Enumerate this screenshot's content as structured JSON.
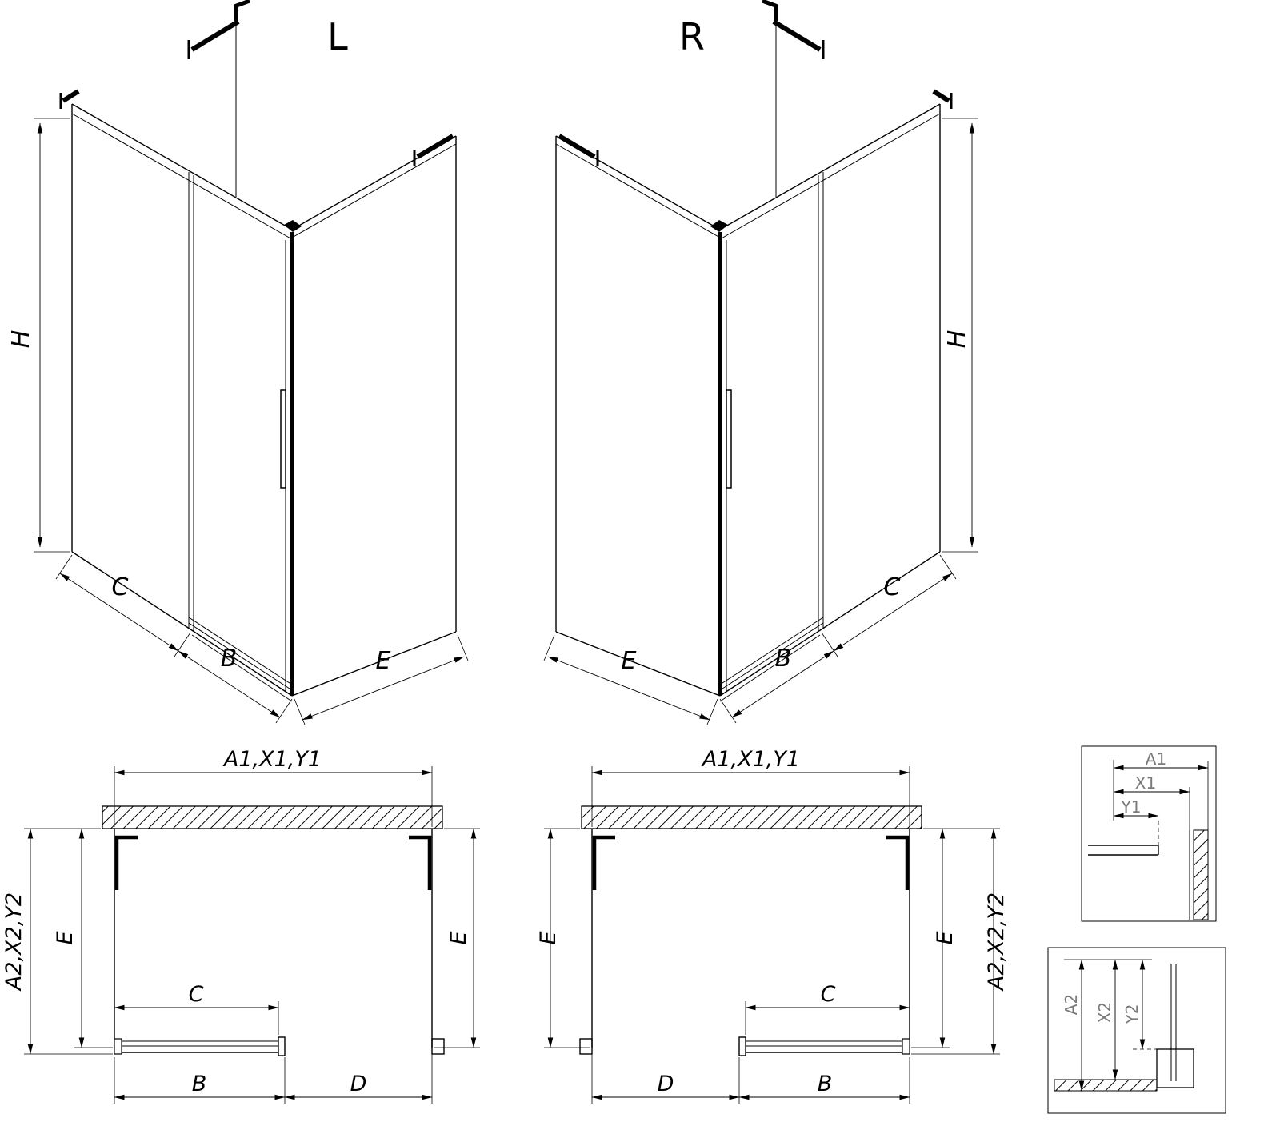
{
  "drawing": {
    "iso_left": {
      "title": "L",
      "dim_h": "H",
      "dim_c": "C",
      "dim_b": "B",
      "dim_e": "E"
    },
    "iso_right": {
      "title": "R",
      "dim_h": "H",
      "dim_c": "C",
      "dim_b": "B",
      "dim_e": "E"
    },
    "plan_left": {
      "dim_width": "A1,X1,Y1",
      "dim_depth": "A2,X2,Y2",
      "dim_e_left": "E",
      "dim_e_right": "E",
      "dim_c": "C",
      "dim_b": "B",
      "dim_d": "D"
    },
    "plan_right": {
      "dim_width": "A1,X1,Y1",
      "dim_depth": "A2,X2,Y2",
      "dim_e_left": "E",
      "dim_e_right": "E",
      "dim_c": "C",
      "dim_b": "B",
      "dim_d": "D"
    },
    "detail_top": {
      "dim_a1": "A1",
      "dim_x1": "X1",
      "dim_y1": "Y1"
    },
    "detail_bottom": {
      "dim_a2": "A2",
      "dim_x2": "X2",
      "dim_y2": "Y2"
    },
    "colors": {
      "line": "#000000",
      "detail_label": "#7a7a7a",
      "background": "#ffffff"
    }
  }
}
